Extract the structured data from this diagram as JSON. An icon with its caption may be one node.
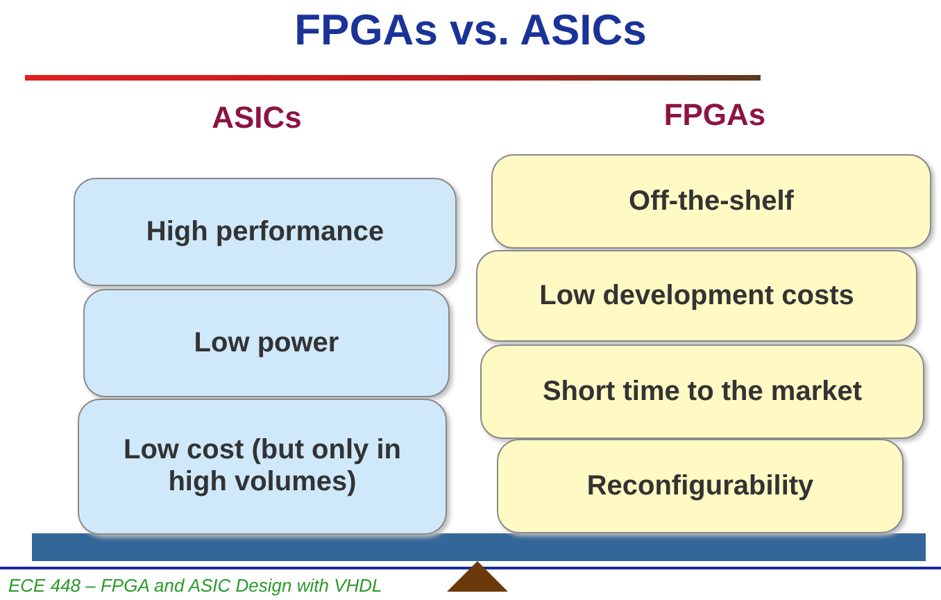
{
  "diagram": {
    "title": "FPGAs vs. ASICs",
    "nodes": [
      {
        "text": [
          "High performance"
        ]
      },
      {
        "text": [
          "Low power"
        ]
      },
      {
        "text": [
          "Low cost (but only in high volumes)"
        ]
      },
      {
        "text": [
          "Off-the-shelf"
        ]
      },
      {
        "text": [
          "Low development costs"
        ]
      },
      {
        "text": [
          "Short time to the market"
        ]
      },
      {
        "text": [
          "Reconfigurability"
        ]
      }
    ],
    "labels": [
      "ASICs",
      "FPGAs",
      "ECE 448 – FPGA and ASIC Design with VHDL"
    ]
  }
}
